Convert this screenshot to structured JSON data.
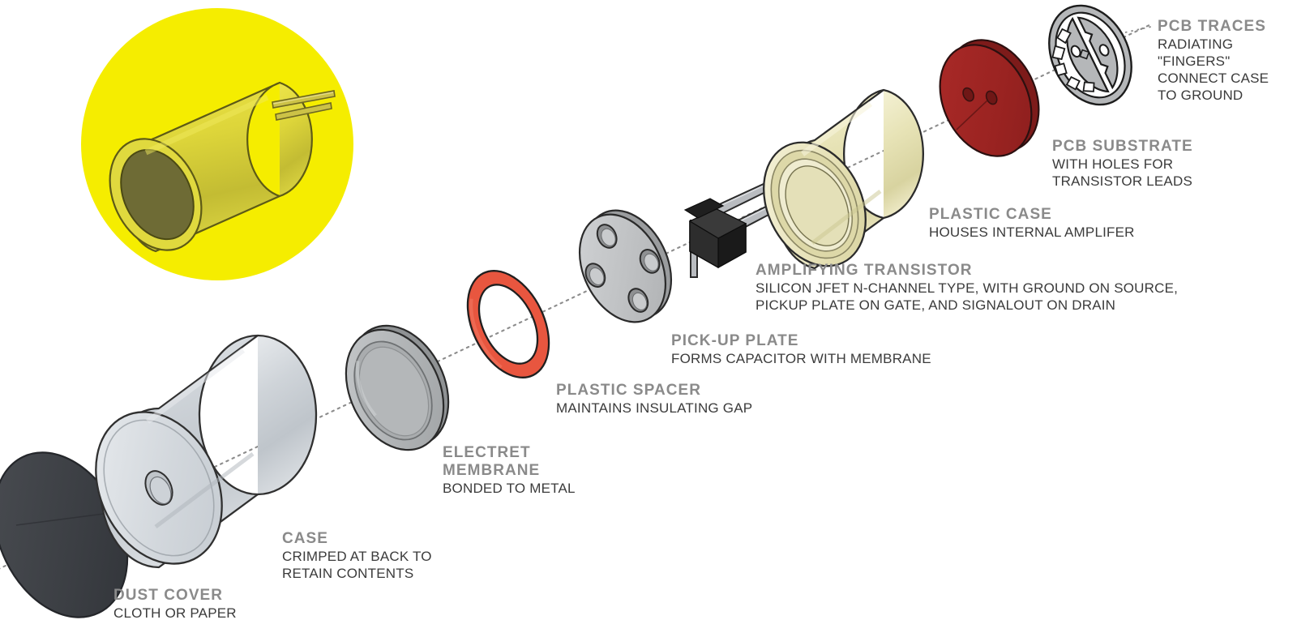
{
  "diagram": {
    "subject": "Electret microphone exploded view",
    "axis_line_color": "#8c8c8c",
    "background": "#ffffff"
  },
  "inset": {
    "name": "assembled-capsule-highlight",
    "circle_color": "#F5ED00",
    "body_color": "#D6CF2E",
    "lead_color": "#C8B84A"
  },
  "parts": {
    "dust_cover": {
      "color": "#3d4045",
      "edge": "#2a2c30"
    },
    "case": {
      "color": "#cfd3d8",
      "edge": "#3a3a3a"
    },
    "membrane": {
      "color": "#b3b6b8",
      "edge": "#2e2e2e"
    },
    "spacer": {
      "color": "#e8563f",
      "edge": "#1f1f1f"
    },
    "pickup_plate": {
      "color": "#c2c4c6",
      "edge": "#2e2e2e"
    },
    "transistor": {
      "color": "#1d1d1d",
      "lead": "#b9bcc0"
    },
    "plastic_case": {
      "color": "#e9e6c0",
      "edge": "#2b2b2b"
    },
    "pcb_substrate": {
      "color": "#9e2423",
      "edge": "#2b1010"
    },
    "pcb_traces": {
      "color": "#b5b7b9",
      "edge": "#1c1c1c"
    }
  },
  "callouts": [
    {
      "id": "pcb-traces",
      "title": "PCB TRACES",
      "lines": [
        "RADIATING",
        "\"FINGERS\"",
        "CONNECT CASE",
        "TO GROUND"
      ]
    },
    {
      "id": "pcb-substrate",
      "title": "PCB SUBSTRATE",
      "lines": [
        "WITH HOLES FOR",
        "TRANSISTOR LEADS"
      ]
    },
    {
      "id": "plastic-case",
      "title": "PLASTIC CASE",
      "lines": [
        "HOUSES INTERNAL AMPLIFER"
      ]
    },
    {
      "id": "amplifying-transistor",
      "title": "AMPLIFYING TRANSISTOR",
      "lines": [
        "SILICON JFET N-CHANNEL TYPE, WITH GROUND ON SOURCE,",
        "PICKUP PLATE ON GATE, AND SIGNALOUT ON DRAIN"
      ]
    },
    {
      "id": "pick-up-plate",
      "title": "PICK-UP PLATE",
      "lines": [
        "FORMS CAPACITOR WITH MEMBRANE"
      ]
    },
    {
      "id": "plastic-spacer",
      "title": "PLASTIC SPACER",
      "lines": [
        "MAINTAINS INSULATING GAP"
      ]
    },
    {
      "id": "electret-membrane",
      "title": "ELECTRET\nMEMBRANE",
      "lines": [
        "BONDED TO METAL"
      ]
    },
    {
      "id": "case",
      "title": "CASE",
      "lines": [
        "CRIMPED AT BACK TO",
        "RETAIN CONTENTS"
      ]
    },
    {
      "id": "dust-cover",
      "title": "DUST COVER",
      "lines": [
        "CLOTH OR PAPER"
      ]
    }
  ]
}
